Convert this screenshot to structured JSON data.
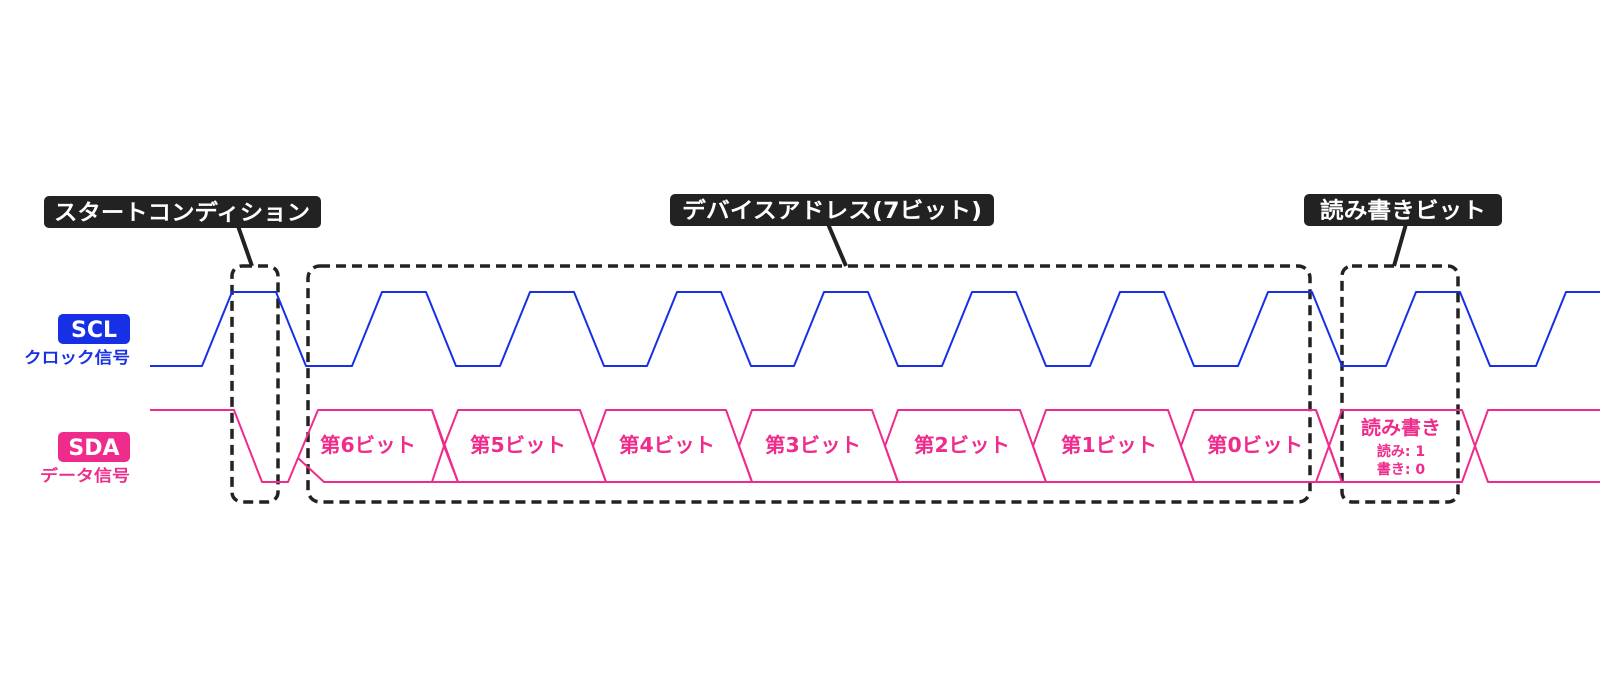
{
  "colors": {
    "clock": "#1730e6",
    "data": "#ef2b8b",
    "callout": "#222222",
    "background": "#ffffff"
  },
  "callouts": {
    "start": "スタートコンディション",
    "address": "デバイスアドレス(7ビット)",
    "rw": "読み書きビット"
  },
  "signals": {
    "scl": {
      "label": "SCL",
      "sub": "クロック信号"
    },
    "sda": {
      "label": "SDA",
      "sub": "データ信号"
    }
  },
  "bits": [
    "第6ビット",
    "第5ビット",
    "第4ビット",
    "第3ビット",
    "第2ビット",
    "第1ビット",
    "第0ビット"
  ],
  "rw_bit": {
    "title": "読み書き",
    "read": "読み: 1",
    "write": "書き: 0"
  }
}
